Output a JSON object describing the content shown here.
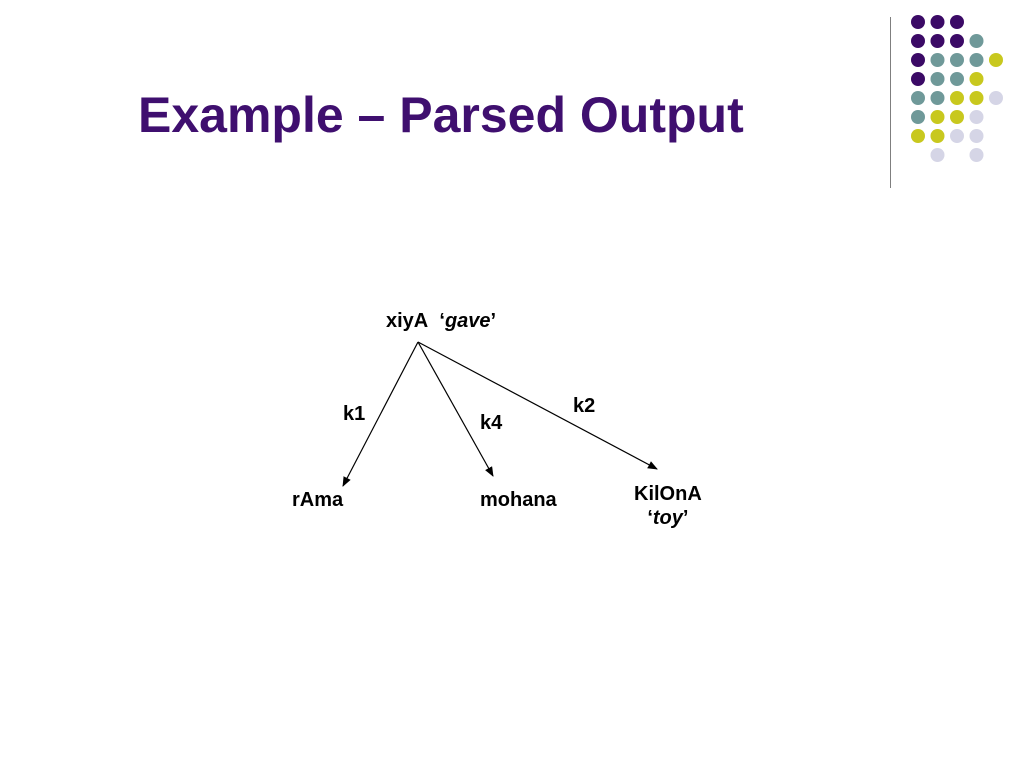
{
  "title": "Example – Parsed Output",
  "colors": {
    "title": "#3f0f6f",
    "dot_purple": "#3b0a66",
    "dot_teal": "#6f9999",
    "dot_yellow": "#c8c81e",
    "dot_lavender": "#d5d5e6",
    "divider": "#7f7f7f"
  },
  "diagram": {
    "root": {
      "word": "xiyA",
      "gloss": "gave",
      "open_quote": "‘",
      "close_quote": "’"
    },
    "children": [
      {
        "word": "rAma",
        "relation": "k1"
      },
      {
        "word": "mohana",
        "relation": "k4"
      },
      {
        "word": "KilOnA",
        "gloss": "toy",
        "relation": "k2",
        "open_quote": "‘",
        "close_quote": "’"
      }
    ]
  }
}
